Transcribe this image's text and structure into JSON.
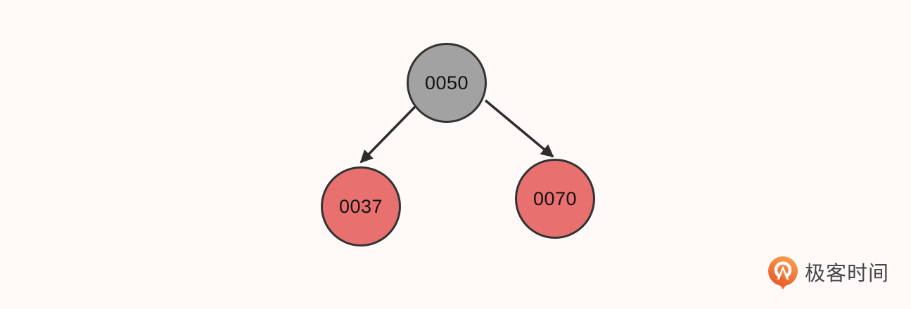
{
  "diagram": {
    "type": "binary-tree",
    "background": "#FFFAF7",
    "nodes": [
      {
        "id": "root",
        "label": "0050",
        "fill": "#A2A2A2",
        "border": "#333333",
        "text_color": "#111111"
      },
      {
        "id": "left-child",
        "label": "0037",
        "fill": "#E87170",
        "border": "#333333",
        "text_color": "#111111"
      },
      {
        "id": "right-child",
        "label": "0070",
        "fill": "#E87170",
        "border": "#333333",
        "text_color": "#111111"
      }
    ],
    "edges": [
      {
        "from": "0050",
        "to": "0037"
      },
      {
        "from": "0050",
        "to": "0070"
      }
    ],
    "edge_color": "#2D2D2D"
  },
  "branding": {
    "logo_text": "极客时间",
    "logo_icon": "geektime-pin-icon",
    "icon_gradient_top": "#F7A04F",
    "icon_gradient_bottom": "#E9582C",
    "text_color": "#46464B"
  }
}
